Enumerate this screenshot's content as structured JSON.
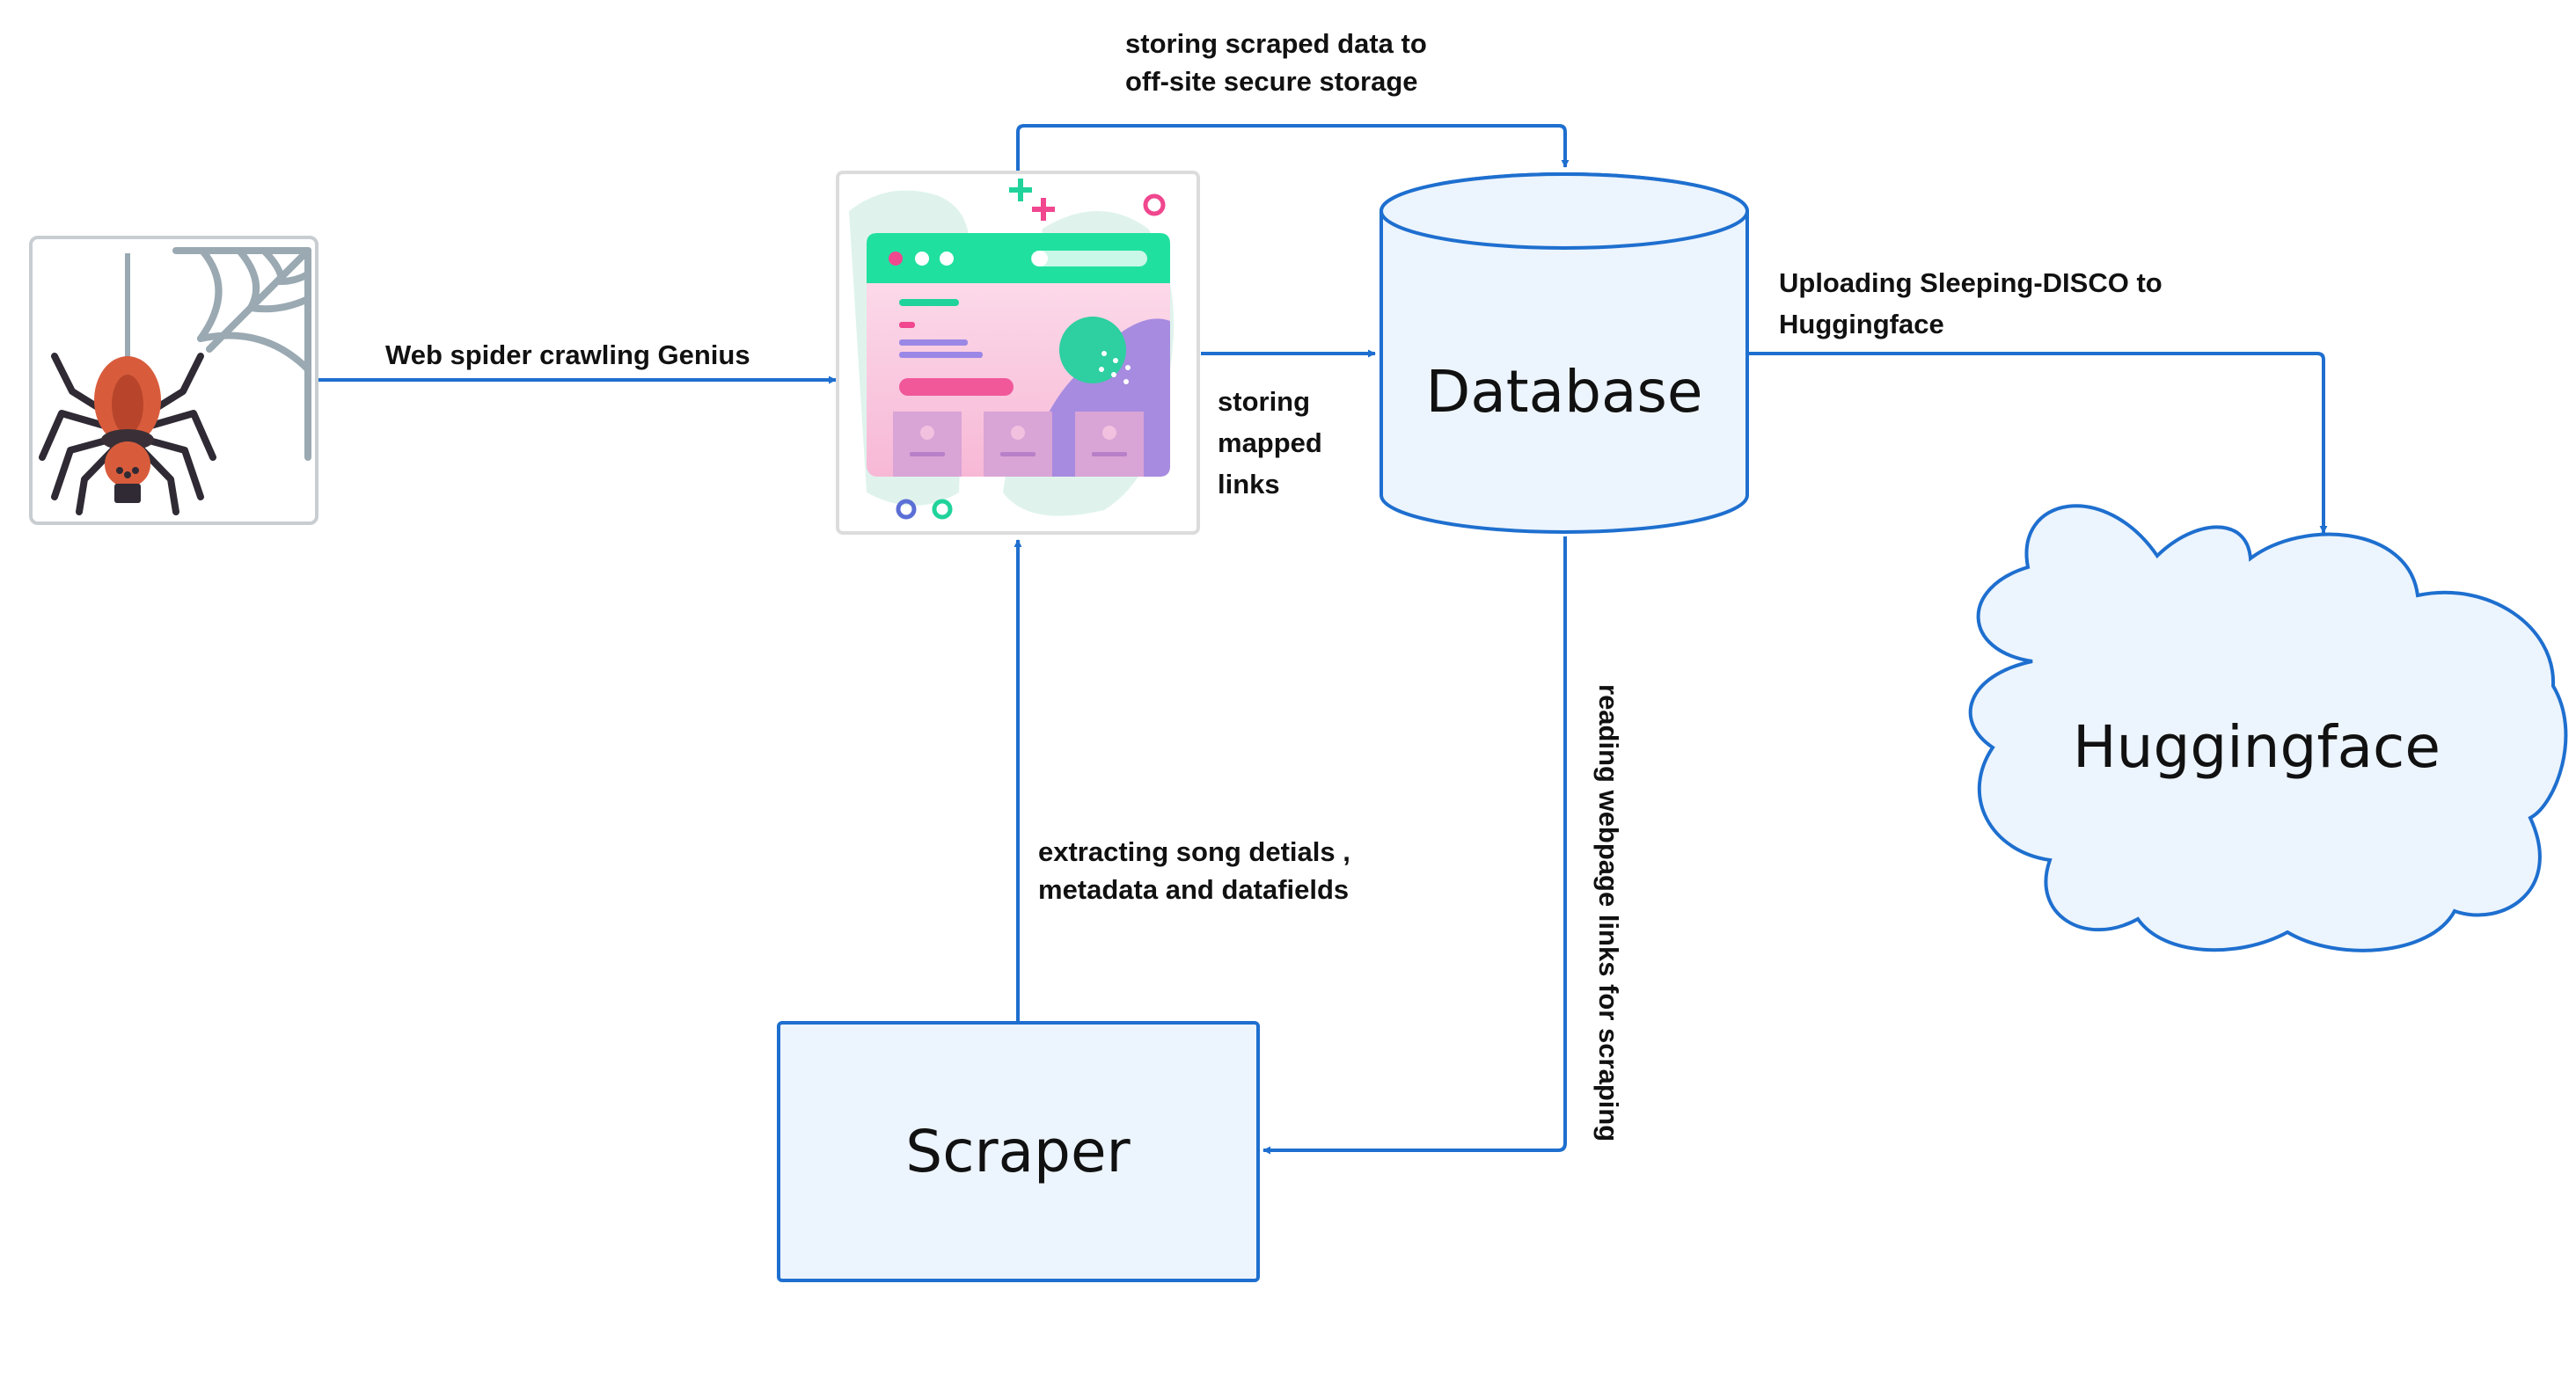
{
  "colors": {
    "line": "#1e6fcf",
    "node_fill": "#ecf4fd",
    "node_stroke": "#1e6fcf",
    "text": "#111111"
  },
  "nodes": {
    "spider": {
      "icon": "spider-icon"
    },
    "webpage": {
      "icon": "webpage-icon"
    },
    "database": {
      "label": "Database"
    },
    "huggingface": {
      "label": "Huggingface"
    },
    "scraper": {
      "label": "Scraper"
    }
  },
  "edges": {
    "crawl": {
      "label": "Web spider crawling  Genius"
    },
    "store_links": {
      "lines": [
        "storing",
        "mapped",
        "links"
      ]
    },
    "store_offsite": {
      "lines": [
        "storing scraped data to",
        "off-site secure storage"
      ]
    },
    "upload": {
      "lines": [
        "Uploading Sleeping-DISCO to",
        "Huggingface"
      ]
    },
    "read_links": {
      "label": "reading webpage links for scraping"
    },
    "extract": {
      "lines": [
        "extracting song detials ,",
        "metadata and datafields"
      ]
    }
  }
}
